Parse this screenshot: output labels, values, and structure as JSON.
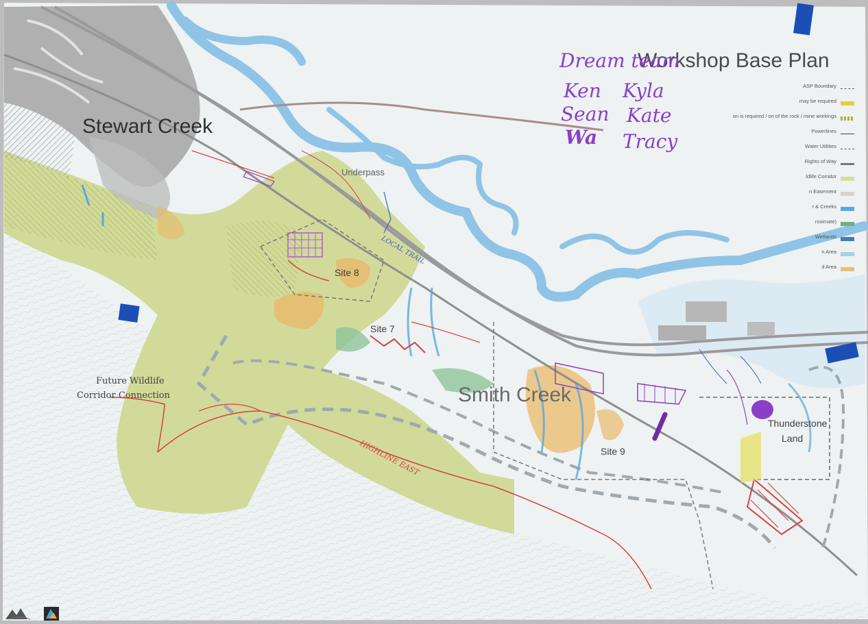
{
  "map": {
    "title": "Workshop Base Plan",
    "places": {
      "stewart_creek": "Stewart Creek",
      "underpass": "Underpass",
      "site_8": "Site 8",
      "site_7": "Site 7",
      "smith_creek": "Smith Creek",
      "site_9": "Site 9",
      "thunderstone_1": "Thunderstone",
      "thunderstone_2": "Land",
      "corridor_1": "Future Wildlife",
      "corridor_2": "Corridor Connection"
    },
    "handwriting": {
      "team_title": "Dream team",
      "names": [
        "Ken",
        "Kyla",
        "Sean",
        "Kate",
        "Wa",
        "Tracy"
      ]
    },
    "annotations": {
      "highline_east": "HIGHLINE EAST",
      "local_trail": "LOCAL TRAIL"
    },
    "legend": [
      {
        "label": "ASP Boundary",
        "symbol": "dash",
        "color": "#555555"
      },
      {
        "label": "may be required",
        "symbol": "fill",
        "color": "#e6cd3a"
      },
      {
        "label": "on is required / on of the rock / mine workings",
        "symbol": "hatch",
        "color": "#b7a840"
      },
      {
        "label": "Powerlines",
        "symbol": "line",
        "color": "#444444"
      },
      {
        "label": "Water Utilities",
        "symbol": "dash",
        "color": "#555555"
      },
      {
        "label": "Rights of Way",
        "symbol": "thick",
        "color": "#777777"
      },
      {
        "label": "ldlife Corridor",
        "symbol": "fill",
        "color": "#d8dc9a"
      },
      {
        "label": "n Easement",
        "symbol": "fill",
        "color": "#d6d3c8"
      },
      {
        "label": "r & Creeks",
        "symbol": "fill",
        "color": "#5aa8de"
      },
      {
        "label": "roximate)",
        "symbol": "fill",
        "color": "#6fae7e"
      },
      {
        "label": "Wetlands",
        "symbol": "fill",
        "color": "#3f7fb0"
      },
      {
        "label": "n Area",
        "symbol": "fill",
        "color": "#a9cfe7"
      },
      {
        "label": "d Area",
        "symbol": "fill",
        "color": "#e3c07a"
      }
    ],
    "colors": {
      "paper": "#eef2f3",
      "river": "#8fc4e6",
      "corridor": "#cdd68a",
      "developed": "#9e9e9e",
      "pen_purple": "#8a3fc6",
      "pen_red": "#d64040",
      "tape": "#1b4fb6"
    },
    "icons": [
      "mountain-logo-icon",
      "organization-logo-icon"
    ]
  }
}
